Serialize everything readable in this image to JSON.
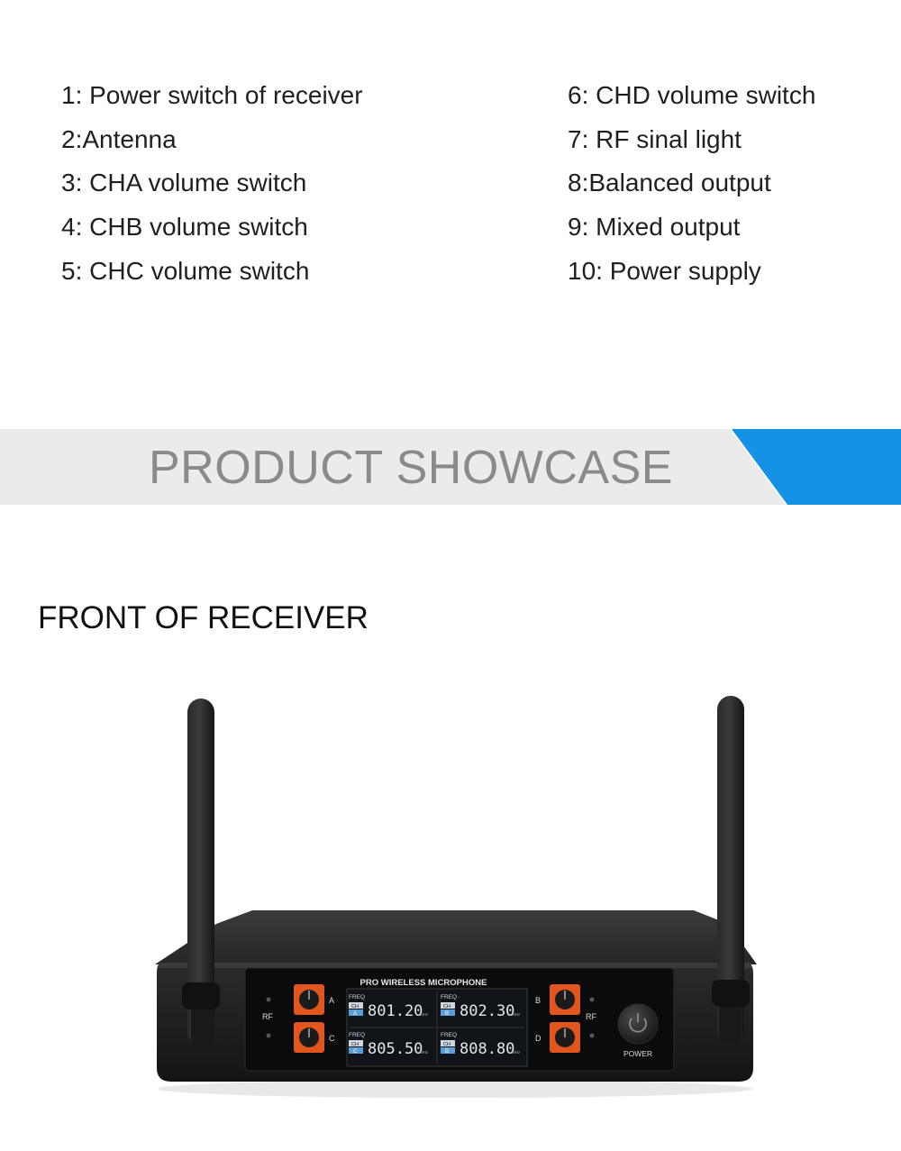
{
  "legend": {
    "left": [
      "1: Power switch of receiver",
      "2:Antenna",
      "3: CHA volume switch",
      "4: CHB volume switch",
      "5: CHC volume switch"
    ],
    "right": [
      "6: CHD volume switch",
      "7: RF sinal light",
      "8:Balanced output",
      "9: Mixed output",
      "10: Power supply"
    ]
  },
  "banner": {
    "title": "PRODUCT SHOWCASE",
    "accent_color": "#1592e6"
  },
  "section": {
    "title": "FRONT OF RECEIVER"
  },
  "receiver": {
    "brand": "PRO WIRELESS MICROPHONE",
    "rf_label": "RF",
    "power_label": "POWER",
    "freq_label": "FREQ",
    "ch_label": "CH",
    "mhz_label": "MHz",
    "channels": {
      "a": {
        "letter": "A",
        "freq": "801.20"
      },
      "b": {
        "letter": "B",
        "freq": "802.30"
      },
      "c": {
        "letter": "C",
        "freq": "805.50"
      },
      "d": {
        "letter": "D",
        "freq": "808.80"
      }
    },
    "knob_color": "#e0561e"
  }
}
